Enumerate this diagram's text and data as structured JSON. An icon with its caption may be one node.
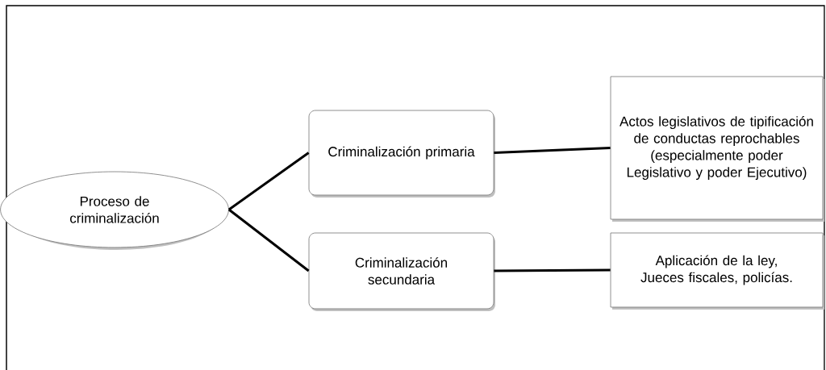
{
  "diagram": {
    "nodes": [
      {
        "text": [
          "Proceso de criminalización"
        ]
      },
      {
        "text": [
          "Criminalización primaria"
        ]
      },
      {
        "text": [
          "Criminalización secundaria"
        ]
      },
      {
        "text": [
          "Actos legislativos de tipificación de conductas reprochables (especialmente poder Legislativo y poder Ejecutivo)"
        ]
      },
      {
        "text": [
          "Aplicación de la ley, Jueces fiscales, policías."
        ]
      }
    ],
    "edges": [
      {
        "from": 0,
        "to": 1,
        "arrow": "none"
      },
      {
        "from": 0,
        "to": 2,
        "arrow": "none"
      },
      {
        "from": 1,
        "to": 3,
        "arrow": "none"
      },
      {
        "from": 2,
        "to": 4,
        "arrow": "none"
      }
    ]
  }
}
